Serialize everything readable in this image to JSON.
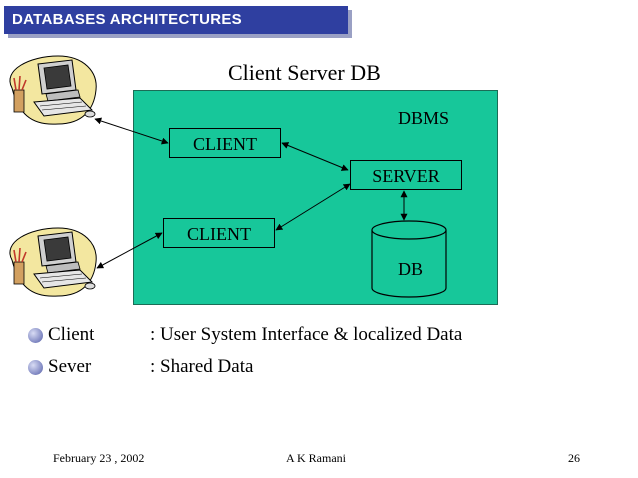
{
  "header": {
    "title": "DATABASES ARCHITECTURES"
  },
  "diagram": {
    "title": "Client Server DB",
    "dbms_label": "DBMS",
    "client_top_label": "CLIENT",
    "client_bottom_label": "CLIENT",
    "server_label": "SERVER",
    "db_label": "DB",
    "colors": {
      "dbms_fill": "#17c79a",
      "header_bar": "#2f3fa0"
    }
  },
  "bullets": [
    {
      "term": "Client",
      "desc": ": User System Interface & localized Data"
    },
    {
      "term": "Sever",
      "desc": ": Shared Data"
    }
  ],
  "footer": {
    "date": "February 23 , 2002",
    "author": "A K Ramani",
    "page": "26"
  }
}
